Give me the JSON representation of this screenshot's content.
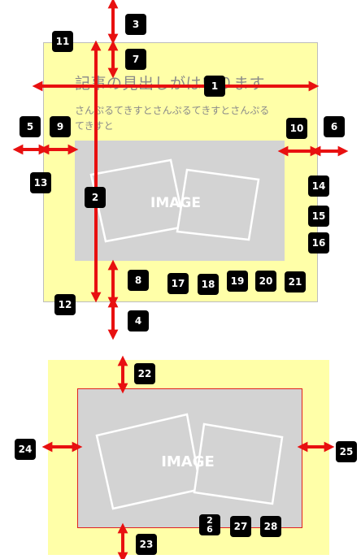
{
  "card1": {
    "headline": "記事の見出しがはいります",
    "body": "さんぷるてきすとさんぷるてきすとさんぷるてきすと",
    "image_label": "IMAGE"
  },
  "card2": {
    "image_label": "IMAGE"
  },
  "badges": {
    "b1": "1",
    "b2": "2",
    "b3": "3",
    "b4": "4",
    "b5": "5",
    "b6": "6",
    "b7": "7",
    "b8": "8",
    "b9": "9",
    "b10": "10",
    "b11": "11",
    "b12": "12",
    "b13": "13",
    "b14": "14",
    "b15": "15",
    "b16": "16",
    "b17": "17",
    "b18": "18",
    "b19": "19",
    "b20": "20",
    "b21": "21",
    "b22": "22",
    "b23": "23",
    "b24": "24",
    "b25": "25",
    "b26": "2\n6",
    "b27": "27",
    "b28": "28"
  },
  "colors": {
    "card_bg": "#ffffa8",
    "image_bg": "#d3d3d3",
    "arrow": "#e81010",
    "badge": "#000000",
    "outline": "#e02020"
  }
}
